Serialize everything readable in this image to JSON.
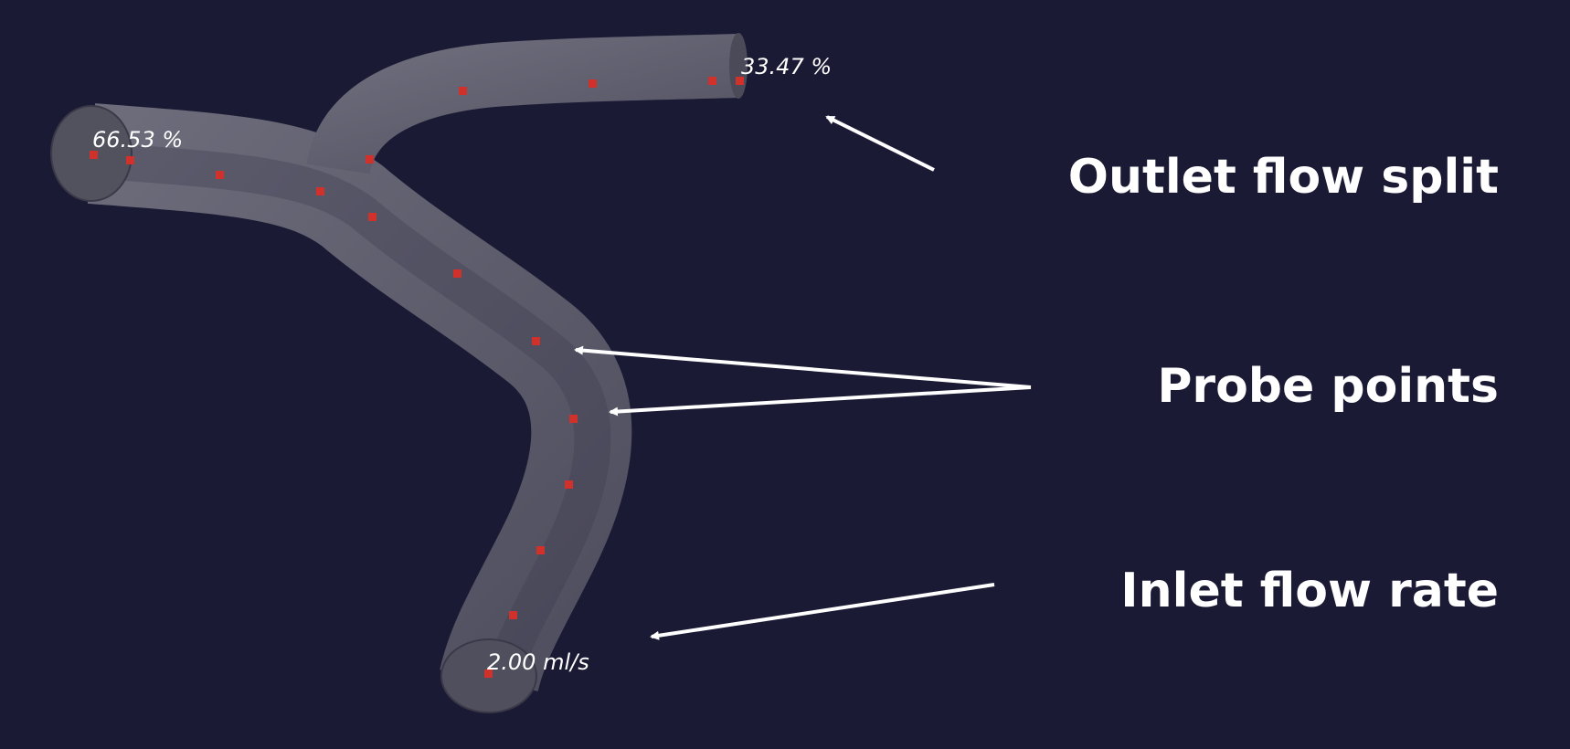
{
  "labels": {
    "outlet_right": "33.47 %",
    "outlet_left": "66.53 %",
    "inlet": "2.00 ml/s"
  },
  "callouts": {
    "outlet_flow_split": "Outlet flow split",
    "probe_points": "Probe points",
    "inlet_flow_rate": "Inlet flow rate"
  },
  "colors": {
    "background": "#1b1a35",
    "vessel": "#5e5e6e",
    "probe": "#d0322b",
    "text": "#ffffff"
  },
  "probe_count": 17
}
